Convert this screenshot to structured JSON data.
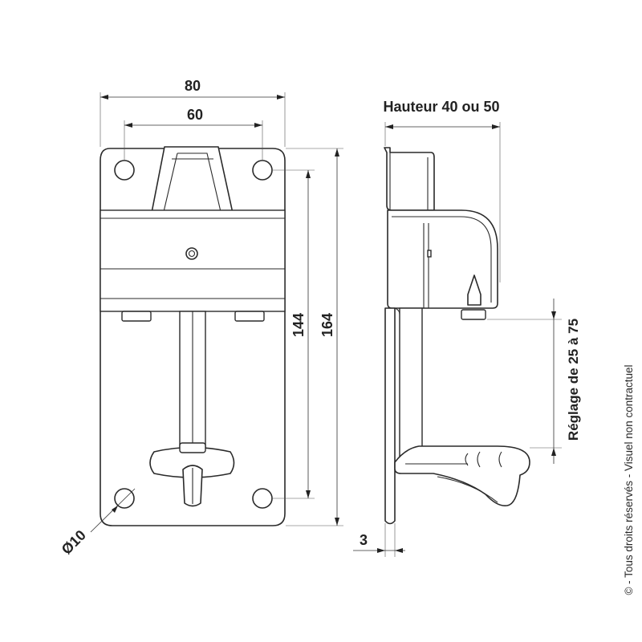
{
  "dimensions": {
    "overall_width": "80",
    "hole_spacing_width": "60",
    "hole_spacing_height": "144",
    "overall_height": "164",
    "hole_diameter": "Ø10",
    "plate_thickness": "3"
  },
  "side_view": {
    "height_label": "Hauteur 40 ou 50",
    "adjustment_label": "Réglage de 25 à 75"
  },
  "copyright": "© - Tous droits réservés - Visuel non contractuel"
}
